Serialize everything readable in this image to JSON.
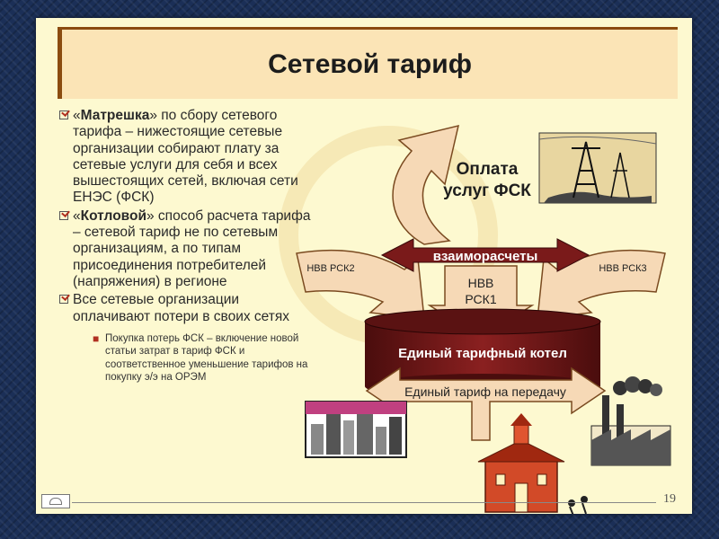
{
  "title": "Сетевой тариф",
  "bullets": [
    {
      "bold": "Матрешка",
      "text_before": "«",
      "text_after": "» по сбору сетевого тарифа – нижестоящие сетевые организации собирают плату за сетевые услуги для себя и всех вышестоящих сетей, включая сети ЕНЭС (ФСК)"
    },
    {
      "bold": "Котловой",
      "text_before": "«",
      "text_after": "» способ расчета тарифа – сетевой тариф не по сетевым организациям, а по типам присоединения потребителей (напряжения) в регионе"
    },
    {
      "text": "Все сетевые организации оплачивают потери в своих сетях",
      "sub": "Покупка потерь ФСК – включение новой статьи затрат в тариф ФСК и соответственное уменьшение тарифов на покупку э/э на ОРЭМ"
    }
  ],
  "diagram": {
    "payment_label_line1": "Оплата",
    "payment_label_line2": "услуг ФСК",
    "mutual_label": "взаиморасчеты",
    "nvv_left": "НВВ РСК2",
    "nvv_right": "НВВ РСК3",
    "nvv_center_line1": "НВВ",
    "nvv_center_line2": "РСК1",
    "cauldron_label": "Единый тарифный котел",
    "single_tariff_label": "Единый тариф на передачу"
  },
  "page_number": "19",
  "colors": {
    "slide_bg": "#fdf9d0",
    "title_bg": "#fbe4b6",
    "arrow_fill": "#f6d9b6",
    "cauldron": "#6b1616",
    "accent": "#8b4c10"
  }
}
